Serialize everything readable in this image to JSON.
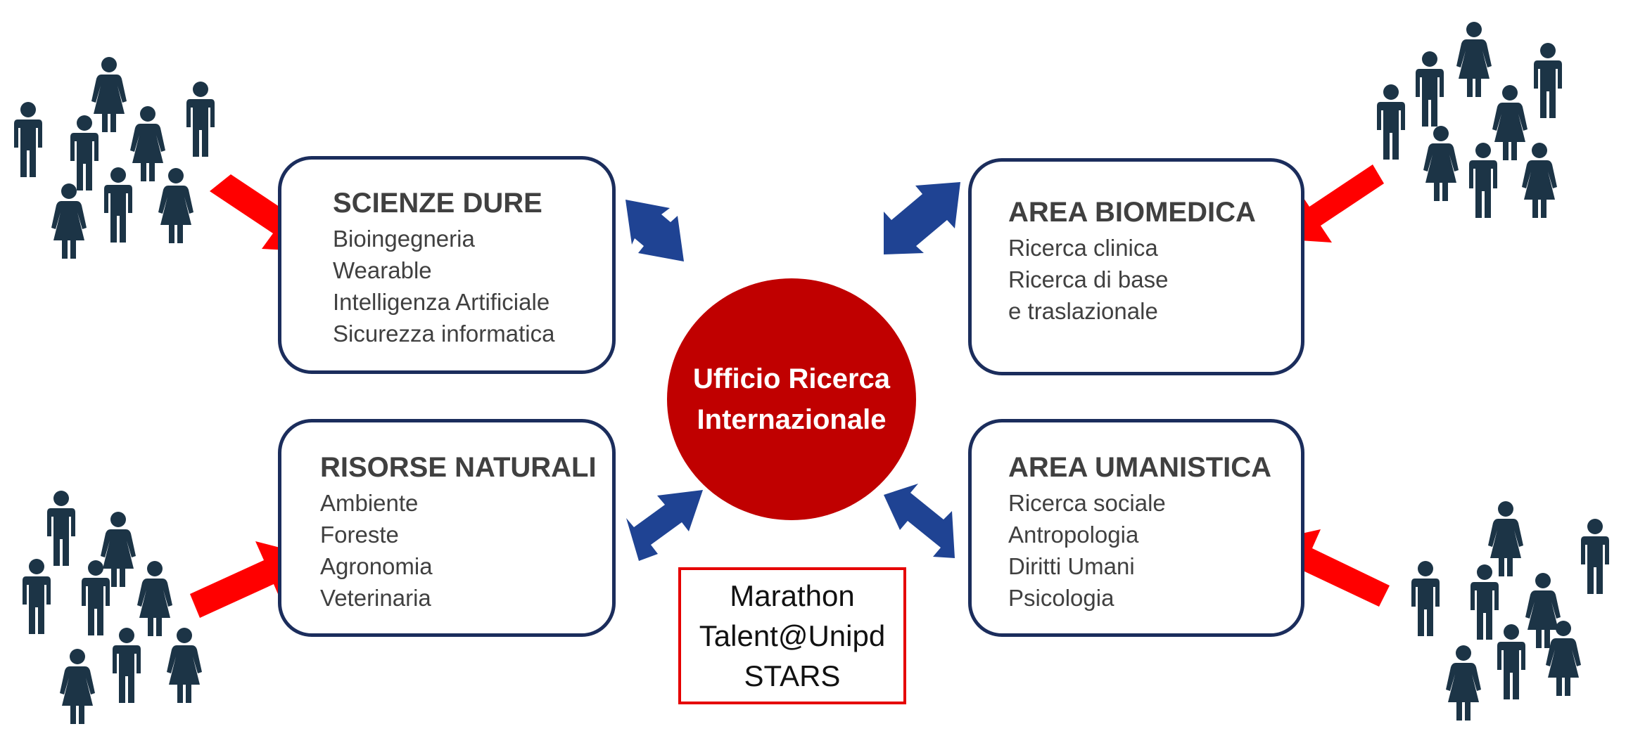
{
  "colors": {
    "box_border": "#1b2d5c",
    "hub_fill": "#c00000",
    "hub_text": "#ffffff",
    "program_border": "#e50000",
    "red_arrow": "#ff0000",
    "blue_arrow": "#1f4393",
    "people": "#1c3446",
    "text": "#404040"
  },
  "hub": {
    "line1": "Ufficio Ricerca",
    "line2": "Internazionale"
  },
  "areas": {
    "scienze_dure": {
      "title": "SCIENZE DURE",
      "items": [
        "Bioingegneria",
        "Wearable",
        "Intelligenza Artificiale",
        "Sicurezza informatica"
      ]
    },
    "area_biomedica": {
      "title": "AREA BIOMEDICA",
      "items": [
        "Ricerca clinica",
        "Ricerca di base",
        "e traslazionale"
      ]
    },
    "risorse_naturali": {
      "title": "RISORSE NATURALI",
      "items": [
        "Ambiente",
        "Foreste",
        "Agronomia",
        "Veterinaria"
      ]
    },
    "area_umanistica": {
      "title": "AREA UMANISTICA",
      "items": [
        "Ricerca sociale",
        "Antropologia",
        "Diritti Umani",
        "Psicologia"
      ]
    }
  },
  "programs": [
    "Marathon",
    "Talent@Unipd",
    "STARS"
  ],
  "icons": {
    "people_group": "person-group-icon",
    "inflow_arrow": "red-arrow-icon",
    "link_arrow": "double-arrow-icon"
  }
}
